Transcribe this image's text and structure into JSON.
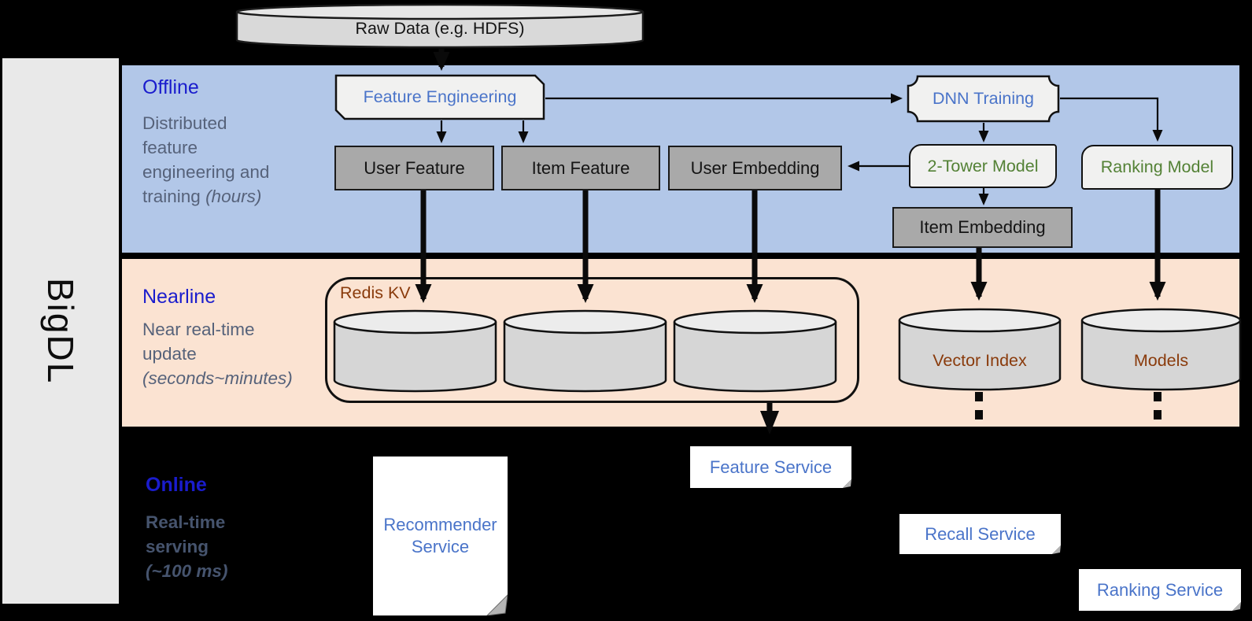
{
  "brand": {
    "name": "BigDL"
  },
  "source": {
    "label": "Raw Data (e.g. HDFS)"
  },
  "sections": {
    "offline": {
      "title": "Offline",
      "lines": [
        "Distributed",
        "feature",
        "engineering and"
      ],
      "last_line": "training",
      "last_line_italic": "(hours)"
    },
    "nearline": {
      "title": "Nearline",
      "lines": [
        "Near real-time",
        "update"
      ],
      "last_line": "",
      "last_line_italic": "(seconds~minutes)"
    },
    "online": {
      "title": "Online",
      "lines": [
        "Real-time",
        "serving"
      ],
      "last_line": "",
      "last_line_italic": "(~100 ms)"
    }
  },
  "nodes": {
    "feature_engineering": "Feature Engineering",
    "dnn_training": "DNN Training",
    "user_feature": "User Feature",
    "item_feature": "Item Feature",
    "user_embedding": "User Embedding",
    "two_tower_model": "2-Tower Model",
    "ranking_model": "Ranking Model",
    "item_embedding": "Item Embedding",
    "redis_kv": "Redis KV",
    "vector_index": "Vector Index",
    "models": "Models",
    "recommender_service": {
      "line1": "Recommender",
      "line2": "Service"
    },
    "feature_service": "Feature Service",
    "recall_service": "Recall Service",
    "ranking_service": "Ranking Service"
  },
  "palette": {
    "background": "#000000",
    "offline_band": "#b2c7e8",
    "nearline_band": "#fbe3d2",
    "sidebar": "#e9e9e9",
    "section_title_blue": "#1a1ccd",
    "desc_gray": "#56627a",
    "online_desc": "#46546e",
    "node_blue_text": "#4a74c9",
    "node_green_text": "#538135",
    "node_brown_text": "#8a3b0c",
    "dark_box_fill": "#a9a9a9",
    "light_shape_fill": "#f1f1f0",
    "cylinder_fill": "#d6d6d6",
    "cylinder_top_fill": "#ececec",
    "arrow_black": "#0a0a0a"
  }
}
